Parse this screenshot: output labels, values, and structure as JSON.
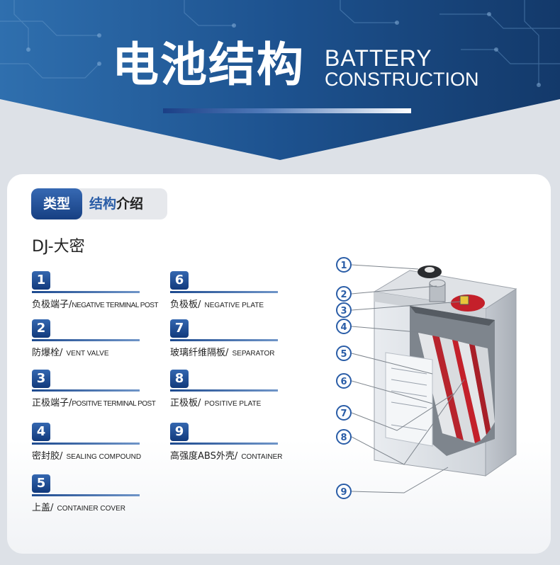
{
  "header": {
    "title_cn": "电池结构",
    "title_en_line1": "BATTERY",
    "title_en_line2": "CONSTRUCTION"
  },
  "tabs": {
    "type_label": "类型",
    "intro_label_blue": "结构",
    "intro_label_dark": "介绍"
  },
  "model": "DJ-大密",
  "parts": [
    {
      "num": "1",
      "cn": "负极端子/",
      "en": "NEGATIVE TERMINAL POST"
    },
    {
      "num": "2",
      "cn": "防爆栓/",
      "en": "VENT VALVE"
    },
    {
      "num": "3",
      "cn": "正极端子/",
      "en": "POSITIVE TERMINAL POST"
    },
    {
      "num": "4",
      "cn": "密封胶/",
      "en": "SEALING COMPOUND"
    },
    {
      "num": "5",
      "cn": "上盖/",
      "en": "CONTAINER COVER"
    },
    {
      "num": "6",
      "cn": "负极板/",
      "en": "NEGATIVE PLATE"
    },
    {
      "num": "7",
      "cn": "玻璃纤维隔板/",
      "en": "SEPARATOR"
    },
    {
      "num": "8",
      "cn": "正极板/",
      "en": "POSITIVE PLATE"
    },
    {
      "num": "9",
      "cn": "高强度ABS外壳/",
      "en": "CONTAINER"
    }
  ],
  "diagram_callouts": [
    "1",
    "2",
    "3",
    "4",
    "5",
    "6",
    "7",
    "8",
    "9"
  ],
  "colors": {
    "header_blue": "#1d4f8c",
    "badge_blue": "#1e4a8e",
    "accent_red": "#c4202a"
  }
}
